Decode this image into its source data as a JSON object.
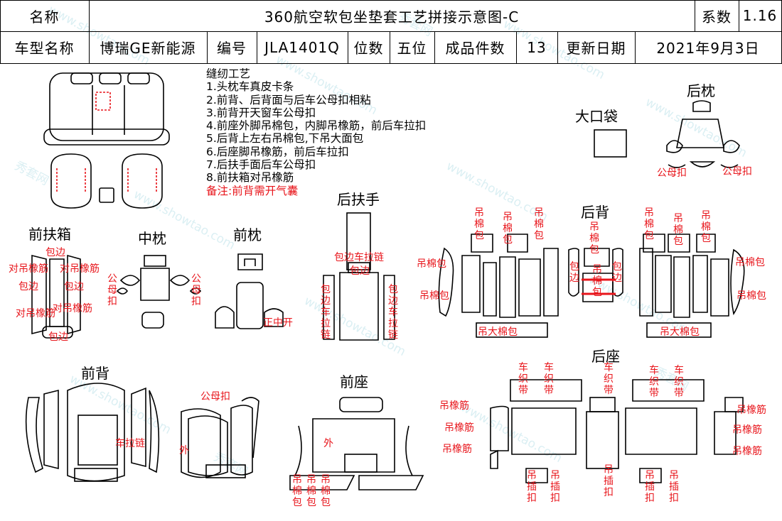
{
  "header": {
    "name_label": "名称",
    "title": "360航空软包坐垫套工艺拼接示意图-C",
    "coef_label": "系数",
    "coef_value": "1.16",
    "model_label": "车型名称",
    "model_value": "博瑞GE新能源",
    "code_label": "编号",
    "code_value": "JLA1401Q",
    "seats_label": "位数",
    "seats_value": "五位",
    "pieces_label": "成品件数",
    "pieces_value": "13",
    "date_label": "更新日期",
    "date_value": "2021年9月3日"
  },
  "notes": {
    "title": "缝纫工艺",
    "items": [
      "1.头枕车真皮卡条",
      "2.前背、后背面与后车公母扣相粘",
      "3.前背开天窗车公母扣",
      "4.前座外脚吊棉包，内脚吊橡筋，前后车拉扣",
      "5.后背上左右吊棉包,下吊大面包",
      "6.后座脚吊橡筋，前后车拉扣",
      "7.后扶手面后车公母扣",
      "8.前扶箱对吊橡筋"
    ],
    "remark": "备注:前背需开气囊"
  },
  "sections": {
    "rear_armrest": "后扶手",
    "big_pocket": "大口袋",
    "rear_headrest": "后枕",
    "front_console": "前扶箱",
    "middle_headrest": "中枕",
    "front_headrest": "前枕",
    "rear_back": "后背",
    "front_back": "前背",
    "front_seat": "前座",
    "rear_seat": "后座"
  },
  "annotations": {
    "binding": "包边",
    "pair_elastic": "对吊橡筋",
    "snap": "公母扣",
    "cut_front": "正中开",
    "bind_zip": "包边车拉链",
    "zip": "车拉链",
    "hang_cotton": "吊棉包",
    "hang_big_cotton": "吊大棉包",
    "hang_elastic": "吊橡筋",
    "outer": "外",
    "fabric_band": "车织带",
    "hang_clip": "吊插扣"
  },
  "watermark": {
    "cn": "秀套网",
    "url": "www.showtao.com"
  },
  "colors": {
    "annotation": "#e8151b",
    "line": "#000000",
    "watermark": "#bfe3ea"
  }
}
